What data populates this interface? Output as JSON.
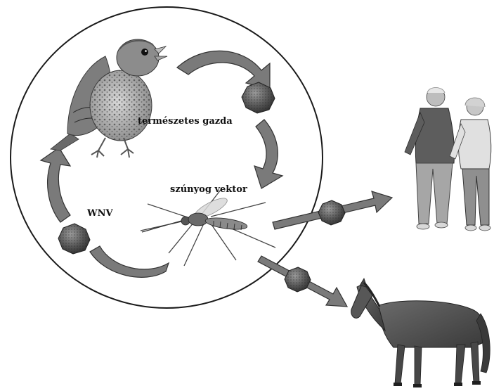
{
  "labels": {
    "natural_host": "természetes gazda",
    "mosquito_vector": "szúnyog vektor",
    "virus": "WNV"
  },
  "illustrations": [
    {
      "name": "bird-nestling",
      "role": "natural host"
    },
    {
      "name": "mosquito",
      "role": "vector"
    },
    {
      "name": "virus-particle",
      "role": "WNV"
    },
    {
      "name": "elderly-couple-walking",
      "role": "dead-end host"
    },
    {
      "name": "horse",
      "role": "dead-end host"
    }
  ],
  "colors": {
    "cycle_circle": "#1a1a1a",
    "arrow_fill": "#7a7a7a",
    "arrow_stroke": "#333333",
    "virus_fill": "#4e4e4e"
  }
}
